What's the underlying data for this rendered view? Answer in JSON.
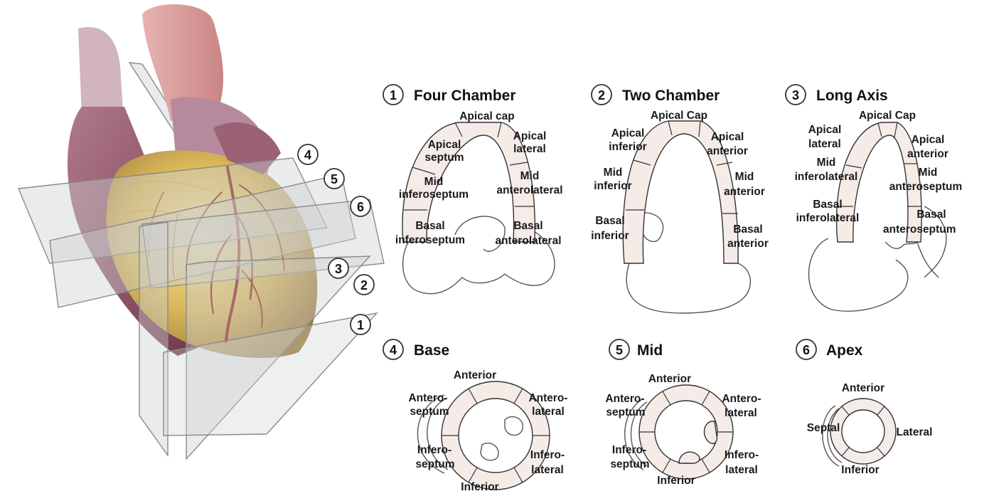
{
  "views": {
    "four_chamber": {
      "number": "1",
      "title": "Four Chamber",
      "labels": {
        "apical_cap": "Apical cap",
        "apical_septum_1": "Apical",
        "apical_septum_2": "septum",
        "apical_lateral_1": "Apical",
        "apical_lateral_2": "lateral",
        "mid_inferoseptum_1": "Mid",
        "mid_inferoseptum_2": "inferoseptum",
        "mid_anterolateral_1": "Mid",
        "mid_anterolateral_2": "anterolateral",
        "basal_inferoseptum_1": "Basal",
        "basal_inferoseptum_2": "inferoseptum",
        "basal_anterolateral_1": "Basal",
        "basal_anterolateral_2": "anterolateral"
      }
    },
    "two_chamber": {
      "number": "2",
      "title": "Two Chamber",
      "labels": {
        "apical_cap": "Apical Cap",
        "apical_inferior_1": "Apical",
        "apical_inferior_2": "inferior",
        "apical_anterior_1": "Apical",
        "apical_anterior_2": "anterior",
        "mid_inferior_1": "Mid",
        "mid_inferior_2": "inferior",
        "mid_anterior_1": "Mid",
        "mid_anterior_2": "anterior",
        "basal_inferior_1": "Basal",
        "basal_inferior_2": "inferior",
        "basal_anterior_1": "Basal",
        "basal_anterior_2": "anterior"
      }
    },
    "long_axis": {
      "number": "3",
      "title": "Long Axis",
      "labels": {
        "apical_cap": "Apical Cap",
        "apical_lateral_1": "Apical",
        "apical_lateral_2": "lateral",
        "apical_anterior_1": "Apical",
        "apical_anterior_2": "anterior",
        "mid_inferolateral_1": "Mid",
        "mid_inferolateral_2": "inferolateral",
        "mid_anteroseptum_1": "Mid",
        "mid_anteroseptum_2": "anteroseptum",
        "basal_inferolateral_1": "Basal",
        "basal_inferolateral_2": "inferolateral",
        "basal_anteroseptum_1": "Basal",
        "basal_anteroseptum_2": "anteroseptum"
      }
    },
    "base": {
      "number": "4",
      "title": "Base",
      "labels": {
        "anterior": "Anterior",
        "anteroseptum_1": "Antero-",
        "anteroseptum_2": "septum",
        "anterolateral_1": "Antero-",
        "anterolateral_2": "lateral",
        "inferoseptum_1": "Infero-",
        "inferoseptum_2": "septum",
        "inferolateral_1": "Infero-",
        "inferolateral_2": "lateral",
        "inferior": "Inferior"
      }
    },
    "mid": {
      "number": "5",
      "title": "Mid",
      "labels": {
        "anterior": "Anterior",
        "anteroseptum_1": "Antero-",
        "anteroseptum_2": "septum",
        "anterolateral_1": "Antero-",
        "anterolateral_2": "lateral",
        "inferoseptum_1": "Infero-",
        "inferoseptum_2": "septum",
        "inferolateral_1": "Infero-",
        "inferolateral_2": "lateral",
        "inferior": "Inferior"
      }
    },
    "apex": {
      "number": "6",
      "title": "Apex",
      "labels": {
        "anterior": "Anterior",
        "septal": "Septal",
        "lateral": "Lateral",
        "inferior": "Inferior"
      }
    }
  },
  "illustration": {
    "plane_numbers": [
      "1",
      "2",
      "3",
      "4",
      "5",
      "6"
    ]
  },
  "colors": {
    "myocardium_segment": "#f5ece8",
    "heart_yellow": "#d8b64e",
    "heart_maroon": "#8c4a5e",
    "coronary_red": "#8e1b1b",
    "plane_gray": "#cdd0d2"
  }
}
